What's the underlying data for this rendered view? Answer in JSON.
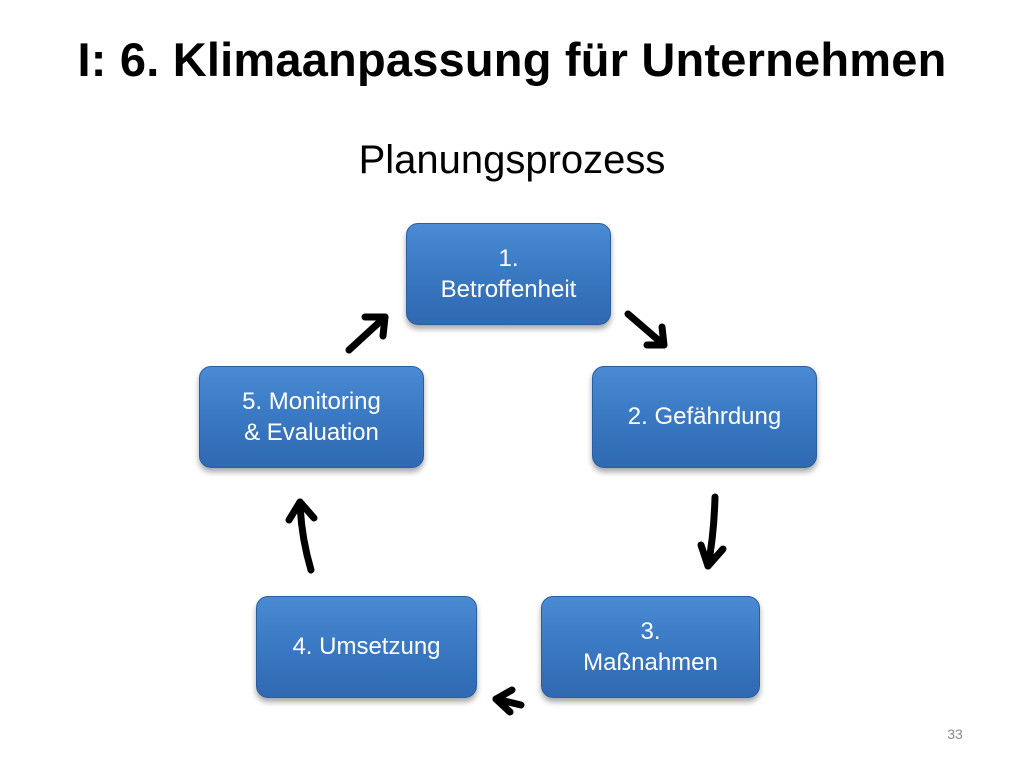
{
  "slide": {
    "title": "I: 6. Klimaanpassung für Unternehmen",
    "subtitle": "Planungsprozess",
    "page_number": "33"
  },
  "cycle": {
    "steps": [
      {
        "label": "1.\nBetroffenheit"
      },
      {
        "label": "2. Gefährdung"
      },
      {
        "label": "3.\nMaßnahmen"
      },
      {
        "label": "4. Umsetzung"
      },
      {
        "label": "5. Monitoring\n& Evaluation"
      }
    ],
    "node_color": "#3b7ac4",
    "arrow_color": "#000000"
  }
}
